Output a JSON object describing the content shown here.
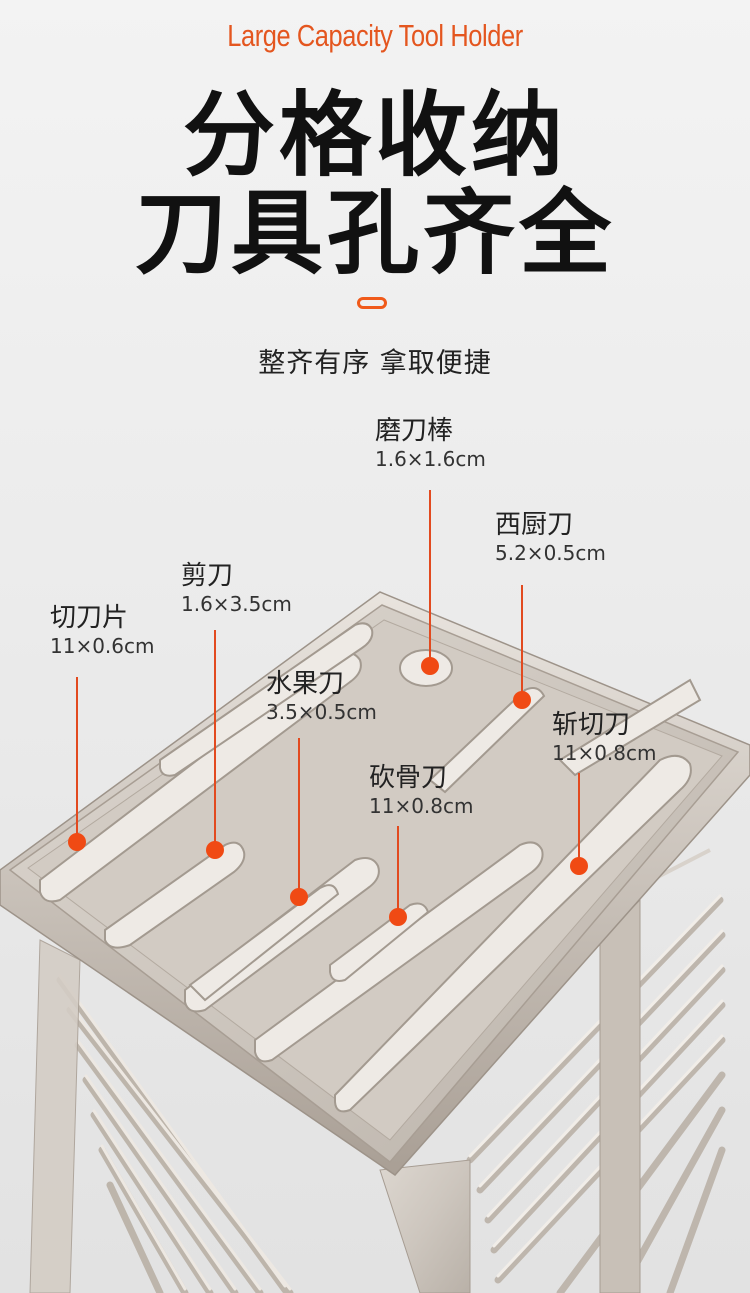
{
  "header": {
    "english_title": "Large Capacity Tool Holder",
    "headline_line1": "分格收纳",
    "headline_line2": "刀具孔齐全",
    "subtitle": "整齐有序 拿取便捷"
  },
  "colors": {
    "accent": "#f05a1a",
    "marker": "#f04a14",
    "text": "#111111"
  },
  "slots": [
    {
      "name": "磨刀棒",
      "size": "1.6×1.6cm"
    },
    {
      "name": "西厨刀",
      "size": "5.2×0.5cm"
    },
    {
      "name": "剪刀",
      "size": "1.6×3.5cm"
    },
    {
      "name": "切刀片",
      "size": "11×0.6cm"
    },
    {
      "name": "水果刀",
      "size": "3.5×0.5cm"
    },
    {
      "name": "斩切刀",
      "size": "11×0.8cm"
    },
    {
      "name": "砍骨刀",
      "size": "11×0.8cm"
    }
  ]
}
